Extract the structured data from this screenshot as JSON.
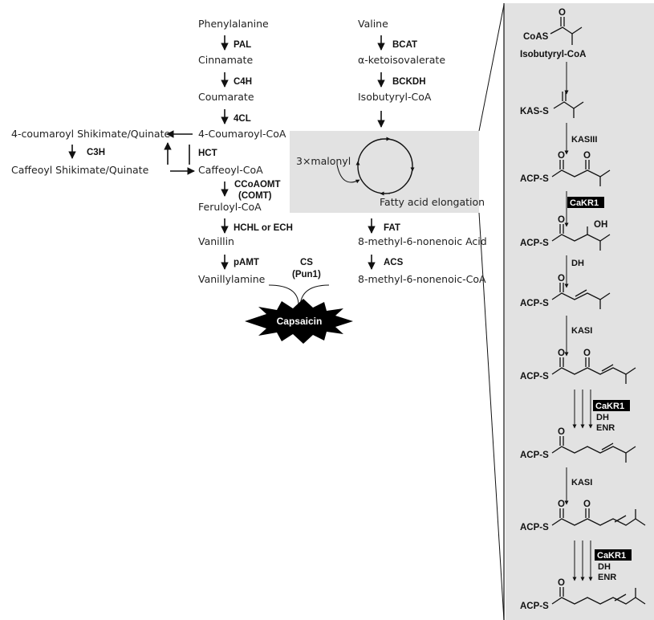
{
  "phenylpropanoid": {
    "compounds": [
      "Phenylalanine",
      "Cinnamate",
      "Coumarate",
      "4-Coumaroyl-CoA",
      "Caffeoyl-CoA",
      "Feruloyl-CoA",
      "Vanillin",
      "Vanillylamine"
    ],
    "enzymes": [
      "PAL",
      "C4H",
      "4CL",
      "HCT",
      "CCoAOMT",
      "(COMT)",
      "HCHL or ECH",
      "pAMT"
    ],
    "side_compounds": [
      "4-coumaroyl Shikimate/Quinate",
      "Caffeoyl Shikimate/Quinate"
    ],
    "side_enzyme": "C3H"
  },
  "bcaa": {
    "compounds": [
      "Valine",
      "α-ketoisovalerate",
      "Isobutyryl-CoA",
      "8-methyl-6-nonenoic Acid",
      "8-methyl-6-nonenoic-CoA"
    ],
    "enzymes": [
      "BCAT",
      "BCKDH",
      "FAT",
      "ACS"
    ]
  },
  "elongation": {
    "input": "3×malonyl",
    "label": "Fatty acid elongation"
  },
  "condensation": {
    "enzyme": "CS",
    "gene": "(Pun1)",
    "product": "Capsaicin"
  },
  "detail_panel": {
    "structures": [
      {
        "prefix": "CoAS",
        "name": "Isobutyryl-CoA"
      },
      {
        "prefix": "KAS-S"
      },
      {
        "prefix": "ACP-S"
      },
      {
        "prefix": "ACP-S",
        "substituent": "OH"
      },
      {
        "prefix": "ACP-S"
      },
      {
        "prefix": "ACP-S"
      },
      {
        "prefix": "ACP-S"
      },
      {
        "prefix": "ACP-S"
      },
      {
        "prefix": "ACP-S"
      }
    ],
    "steps": [
      "KASIII",
      "CaKR1",
      "DH",
      "KASI",
      "CaKR1",
      "DH",
      "ENR",
      "KASI",
      "CaKR1",
      "DH",
      "ENR"
    ],
    "oxygen_label": "O"
  },
  "colors": {
    "panel_fill": "#e2e2e2",
    "line": "#111111",
    "highlight_bg": "#000000",
    "highlight_text": "#ffffff"
  }
}
